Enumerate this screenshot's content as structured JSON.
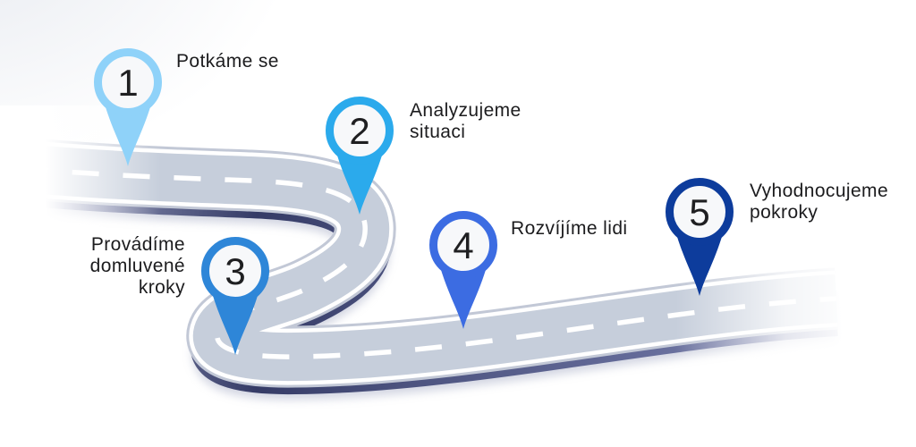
{
  "diagram": {
    "type": "roadmap-process",
    "background_color": "#FFFFFF",
    "road": {
      "surface_color": "#C6CEDB",
      "edge_line_color": "#FFFFFF",
      "dash_color": "#FFFFFF",
      "outline_color": "#C2C8D6",
      "soft_shadow_color": "#A7ADC6",
      "side_colors": [
        "#9BA1C2",
        "#353B66",
        "#4D5480",
        "#646B99",
        "#7A81AB"
      ]
    },
    "pin_face_color": "#F7F8FA",
    "number_color": "#1F1F21",
    "label_color": "#1C1C1E"
  },
  "steps": [
    {
      "number": "1",
      "color": "#8FD2F9",
      "label_lines": [
        "Potkáme se"
      ]
    },
    {
      "number": "2",
      "color": "#2BAAEC",
      "label_lines": [
        "Analyzujeme",
        "situaci"
      ]
    },
    {
      "number": "3",
      "color": "#2E86D8",
      "label_lines": [
        "Provádíme",
        "domluvené",
        "kroky"
      ]
    },
    {
      "number": "4",
      "color": "#3C6CE2",
      "label_lines": [
        "Rozvíjíme lidi"
      ]
    },
    {
      "number": "5",
      "color": "#0D3C9C",
      "label_lines": [
        "Vyhodnocujeme",
        "pokroky"
      ]
    }
  ]
}
